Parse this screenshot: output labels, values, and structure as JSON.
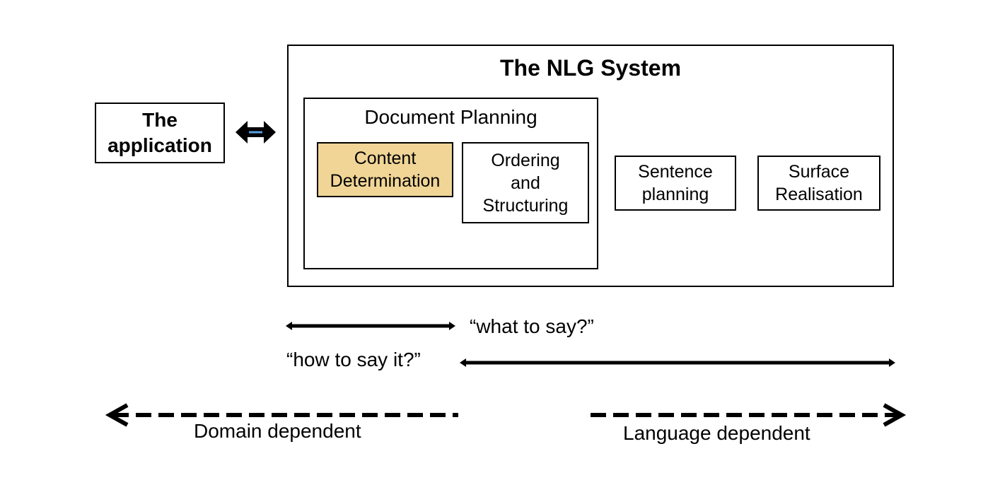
{
  "application": {
    "line1": "The",
    "line2": "application"
  },
  "nlg_system": {
    "title": "The NLG System"
  },
  "document_planning": {
    "title": "Document Planning"
  },
  "content_determination": {
    "line1": "Content",
    "line2": "Determination"
  },
  "ordering_structuring": {
    "line1": "Ordering",
    "line2": "and",
    "line3": "Structuring"
  },
  "sentence_planning": {
    "line1": "Sentence",
    "line2": "planning"
  },
  "surface_realisation": {
    "line1": "Surface",
    "line2": "Realisation"
  },
  "annotations": {
    "what_to_say": "“what to say?”",
    "how_to_say": "“how to say it?”",
    "domain_dependent": "Domain dependent",
    "language_dependent": "Language dependent"
  },
  "colors": {
    "content_fill": "#f1d596",
    "double_arrow_highlight": "#5aa0e0"
  }
}
